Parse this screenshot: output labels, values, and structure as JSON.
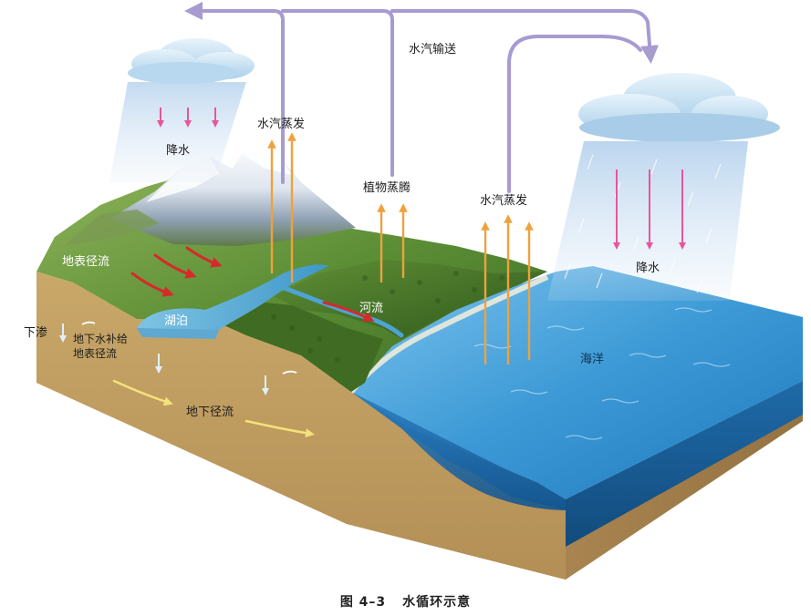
{
  "labels": {
    "transport": "水汽输送",
    "evap_land": "水汽蒸发",
    "transpiration": "植物蒸腾",
    "evap_sea": "水汽蒸发",
    "precip_left": "降水",
    "precip_right": "降水",
    "surface_runoff": "地表径流",
    "lake": "湖泊",
    "river": "河流",
    "infiltration": "下渗",
    "groundwater_recharge_line1": "地下水补给",
    "groundwater_recharge_line2": "地表径流",
    "groundwater_runoff": "地下径流",
    "ocean": "海洋"
  },
  "caption": {
    "number": "图 4–3",
    "title": "水循环示意"
  },
  "colors": {
    "transport_arrow": "#a79bd0",
    "evaporation_arrow": "#f0a13c",
    "precipitation_arrow": "#e8559c",
    "runoff_arrow": "#d62a2a",
    "groundwater_arrow": "#f4e27a",
    "infiltration_arrow": "#cfe8f6",
    "ocean": "#2f8fd0",
    "soil": "#c8a86c",
    "cloud": "#c8e2f3"
  }
}
